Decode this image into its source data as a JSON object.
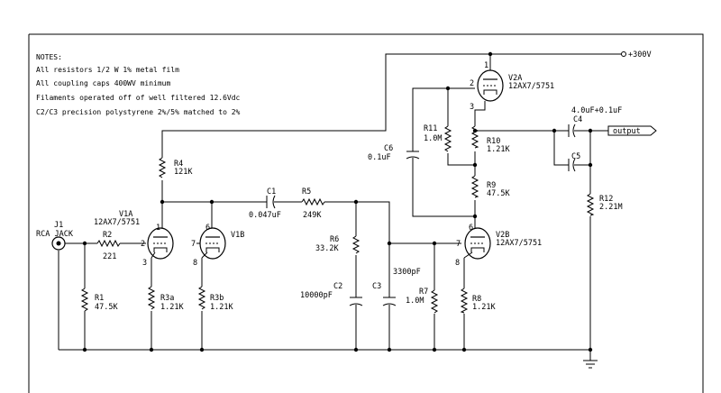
{
  "notes": {
    "heading": "NOTES:",
    "lines": [
      "All resistors 1/2 W 1% metal film",
      "All coupling caps 400WV minimum",
      "Filaments operated off of well filtered 12.6Vdc",
      "C2/C3 precision polystyrene 2%/5% matched to 2%"
    ]
  },
  "supply": {
    "label": "+300V"
  },
  "output": {
    "label": "output"
  },
  "input": {
    "ref": "J1",
    "name": "RCA JACK"
  },
  "tubes": {
    "v1a": {
      "ref": "V1A",
      "type": "12AX7/5751",
      "pin_grid": "2",
      "pin_plate": "1",
      "pin_cathode": "3"
    },
    "v1b": {
      "ref": "V1B",
      "pin_grid": "7",
      "pin_plate": "6",
      "pin_cathode": "8"
    },
    "v2a": {
      "ref": "V2A",
      "type": "12AX7/5751",
      "pin_grid": "2",
      "pin_plate": "1",
      "pin_cathode": "3"
    },
    "v2b": {
      "ref": "V2B",
      "type": "12AX7/5751",
      "pin_grid": "7",
      "pin_plate": "6",
      "pin_cathode": "8"
    }
  },
  "resistors": {
    "r1": {
      "ref": "R1",
      "value": "47.5K"
    },
    "r2": {
      "ref": "R2",
      "value": "221"
    },
    "r3a": {
      "ref": "R3a",
      "value": "1.21K"
    },
    "r3b": {
      "ref": "R3b",
      "value": "1.21K"
    },
    "r4": {
      "ref": "R4",
      "value": "121K"
    },
    "r5": {
      "ref": "R5",
      "value": "249K"
    },
    "r6": {
      "ref": "R6",
      "value": "33.2K"
    },
    "r7": {
      "ref": "R7",
      "value": "1.0M"
    },
    "r8": {
      "ref": "R8",
      "value": "1.21K"
    },
    "r9": {
      "ref": "R9",
      "value": "47.5K"
    },
    "r10": {
      "ref": "R10",
      "value": "1.21K"
    },
    "r11": {
      "ref": "R11",
      "value": "1.0M"
    },
    "r12": {
      "ref": "R12",
      "value": "2.21M"
    }
  },
  "capacitors": {
    "c1": {
      "ref": "C1",
      "value": "0.047uF"
    },
    "c2": {
      "ref": "C2",
      "value": "10000pF"
    },
    "c3": {
      "ref": "C3",
      "value": "3300pF"
    },
    "c4": {
      "ref": "C4",
      "value": "4.0uF+0.1uF"
    },
    "c5": {
      "ref": "C5"
    },
    "c6": {
      "ref": "C6",
      "value": "0.1uF"
    }
  }
}
